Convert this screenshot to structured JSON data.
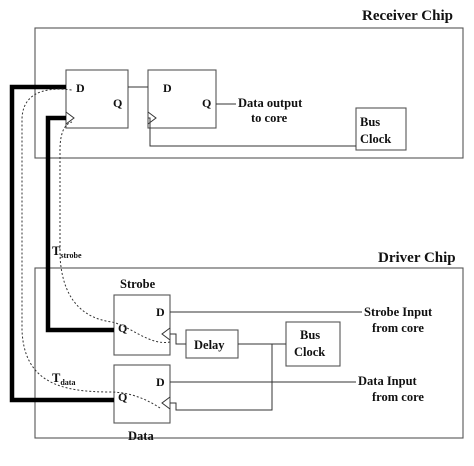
{
  "receiver_chip": {
    "title": "Receiver Chip",
    "ff1": {
      "d": "D",
      "q": "Q"
    },
    "ff2": {
      "d": "D",
      "q": "Q"
    },
    "data_output": [
      "Data output",
      "to core"
    ],
    "bus_clock": [
      "Bus",
      "Clock"
    ]
  },
  "timing": {
    "t_strobe": {
      "main": "T",
      "sub": "strobe"
    },
    "t_data": {
      "main": "T",
      "sub": "data"
    }
  },
  "driver_chip": {
    "title": "Driver Chip",
    "strobe_ff": {
      "label": "Strobe",
      "d": "D",
      "q": "Q"
    },
    "data_ff": {
      "label": "Data",
      "d": "D",
      "q": "Q"
    },
    "delay": "Delay",
    "bus_clock": [
      "Bus",
      "Clock"
    ],
    "strobe_input": [
      "Strobe Input",
      "from core"
    ],
    "data_input": [
      "Data Input",
      "from core"
    ]
  }
}
